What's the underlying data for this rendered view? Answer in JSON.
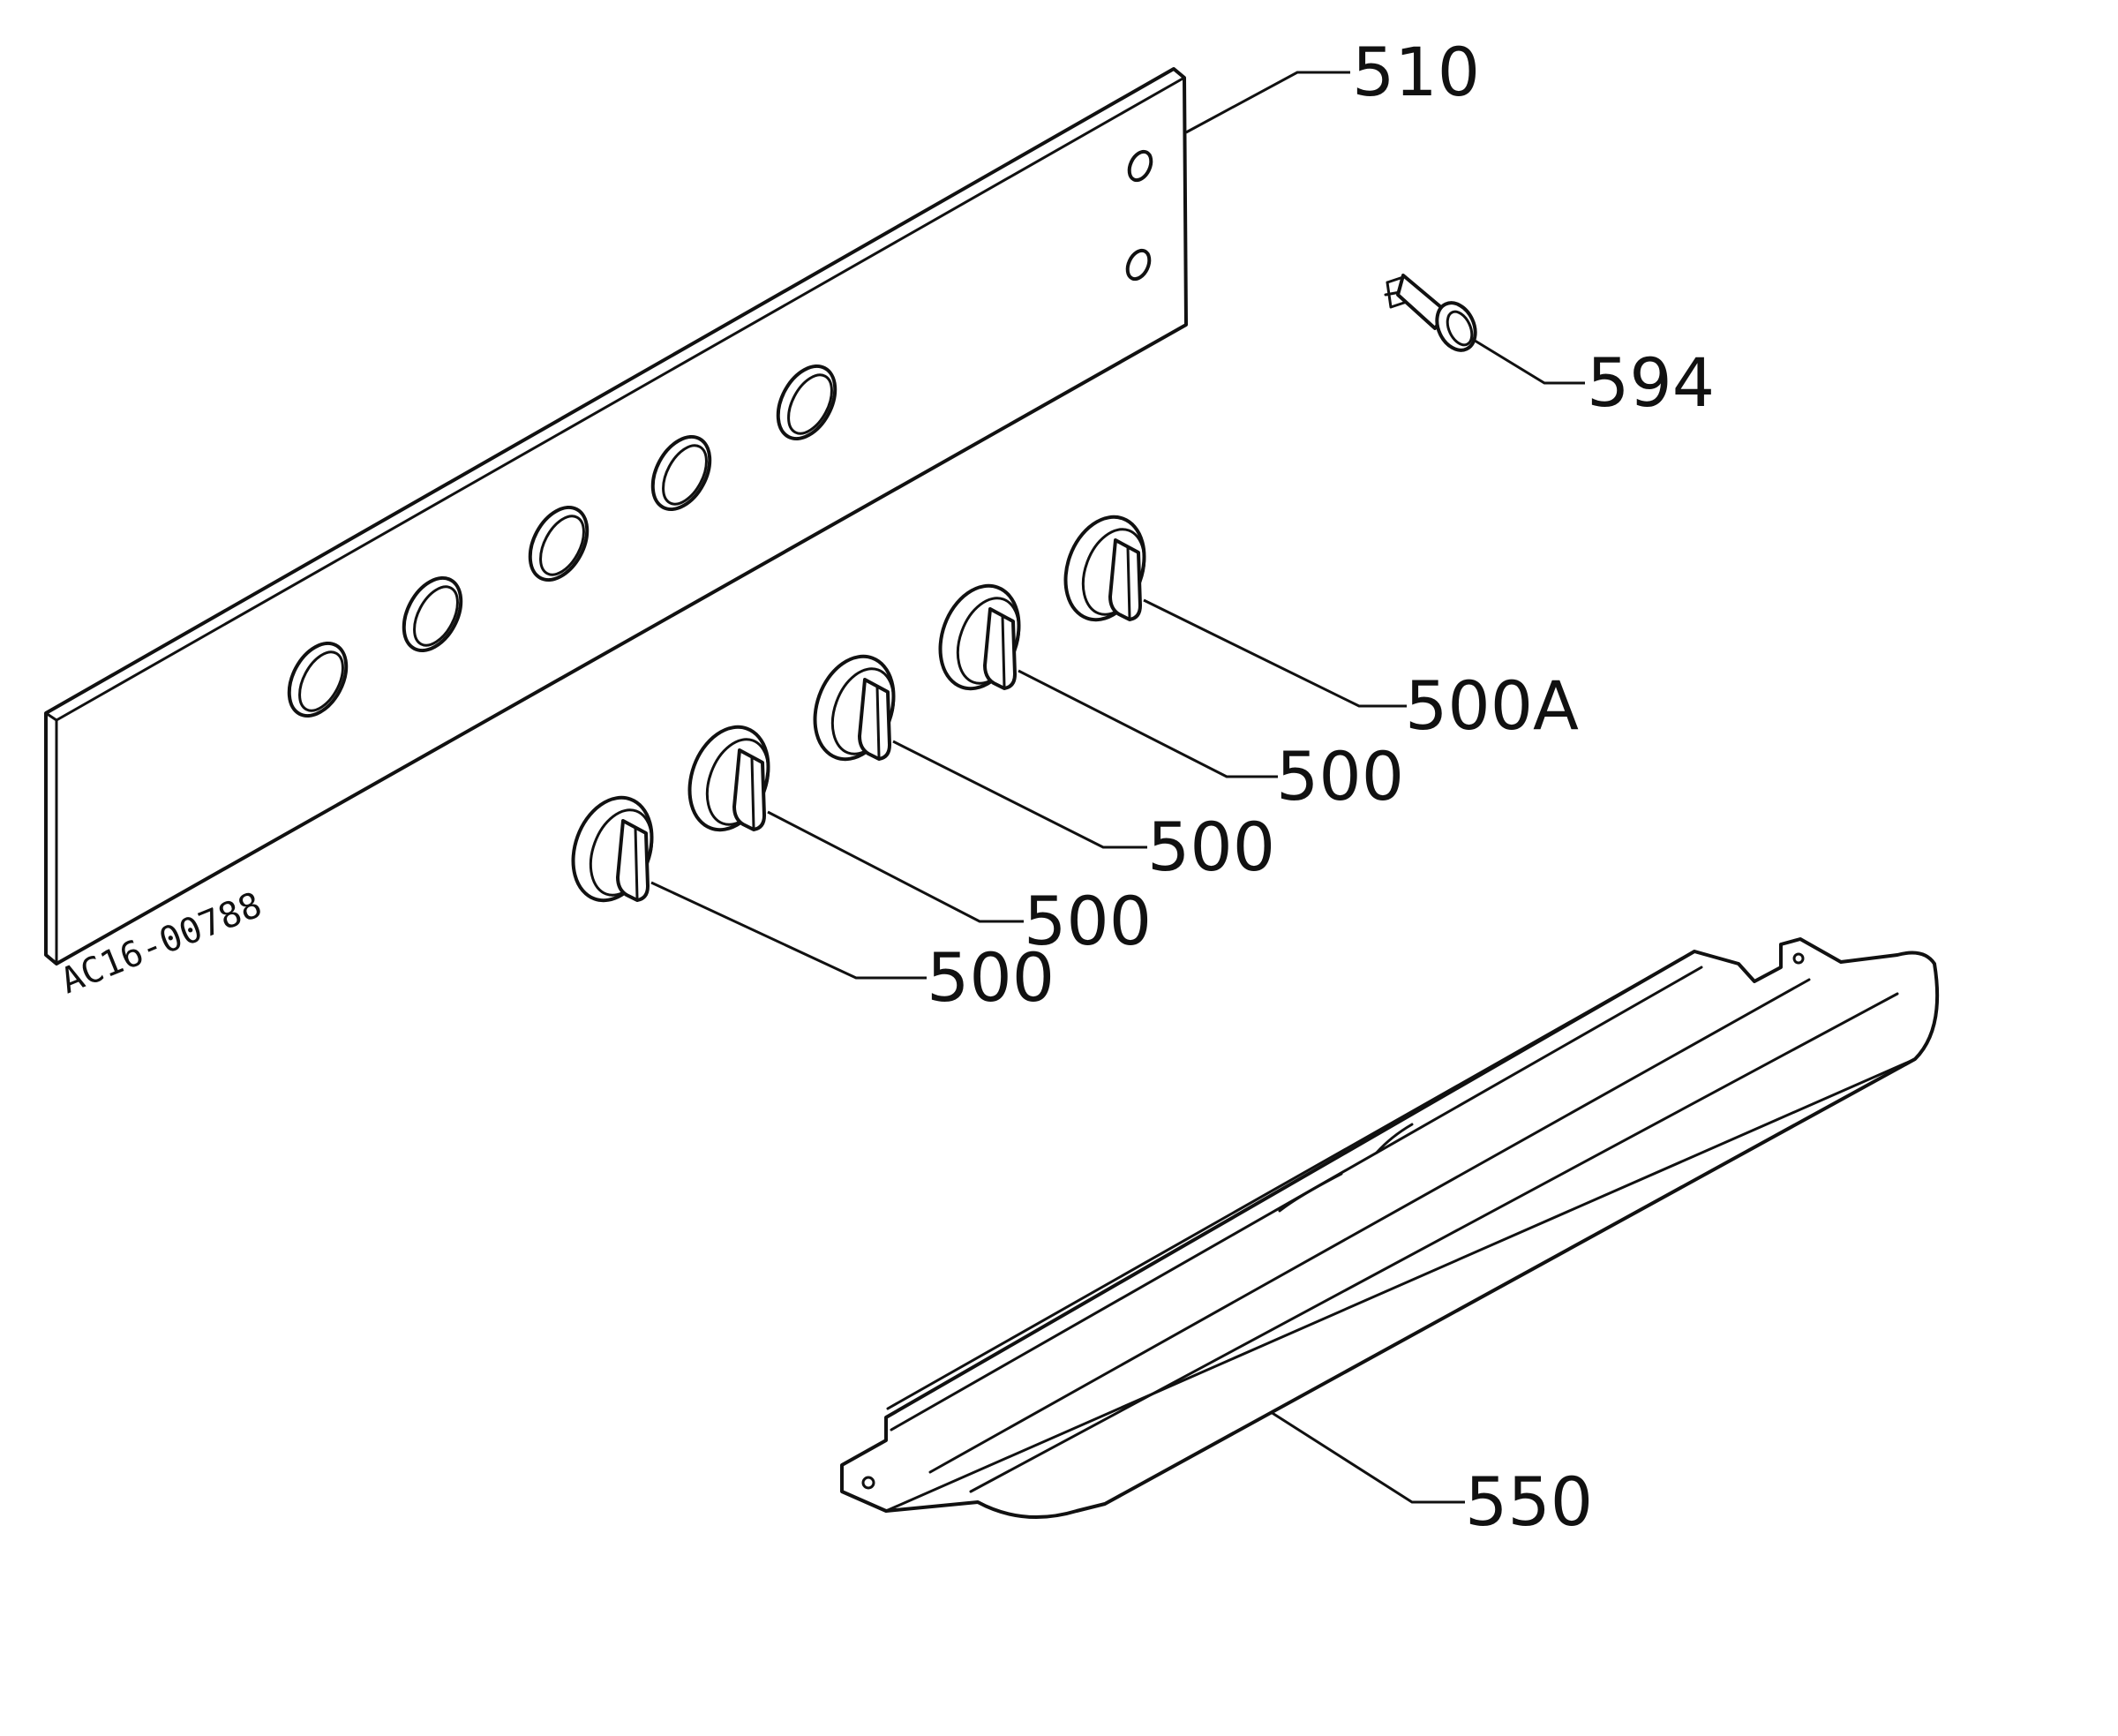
{
  "diagram": {
    "drawing_code": "AC16-00788",
    "callouts": {
      "panel": "510",
      "indicator": "594",
      "knob_a": "500A",
      "knob_1": "500",
      "knob_2": "500",
      "knob_3": "500",
      "knob_4": "500",
      "trim": "550"
    }
  }
}
